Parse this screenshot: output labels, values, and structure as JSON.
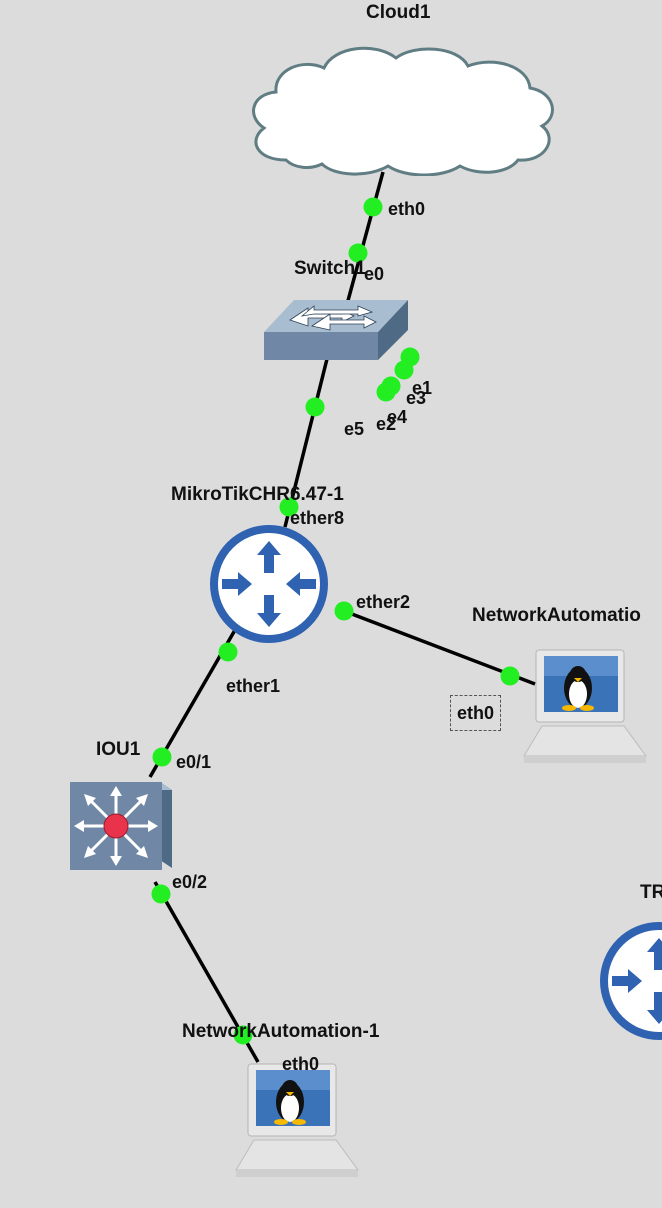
{
  "nodes": {
    "cloud": {
      "label": "Cloud1"
    },
    "switch": {
      "label": "Switch1"
    },
    "mikrotik": {
      "label": "MikroTikCHR6.47-1"
    },
    "iou": {
      "label": "IOU1"
    },
    "netauto1": {
      "label": "NetworkAutomation-1"
    },
    "netauto_right": {
      "label": "NetworkAutomatio"
    },
    "tr": {
      "label": "TR"
    }
  },
  "ports": {
    "cloud_eth0": "eth0",
    "sw_e0": "e0",
    "sw_e1": "e1",
    "sw_e2": "e2",
    "sw_e3": "e3",
    "sw_e4": "e4",
    "sw_e5": "e5",
    "mt_ether8": "ether8",
    "mt_ether2": "ether2",
    "mt_ether1": "ether1",
    "iou_e01": "e0/1",
    "iou_e02": "e0/2",
    "na1_eth0": "eth0",
    "nar_eth0": "eth0"
  },
  "colors": {
    "background": "#dcdcdc",
    "link": "#000000",
    "port_up": "#22ee22",
    "router_blue": "#2f62b0",
    "device_slate": "#6f8aa6"
  },
  "icons": {
    "cloud": "cloud-icon",
    "switch": "ethernet-switch-icon",
    "router": "router-icon",
    "l3switch": "multilayer-switch-icon",
    "host": "linux-host-icon"
  }
}
